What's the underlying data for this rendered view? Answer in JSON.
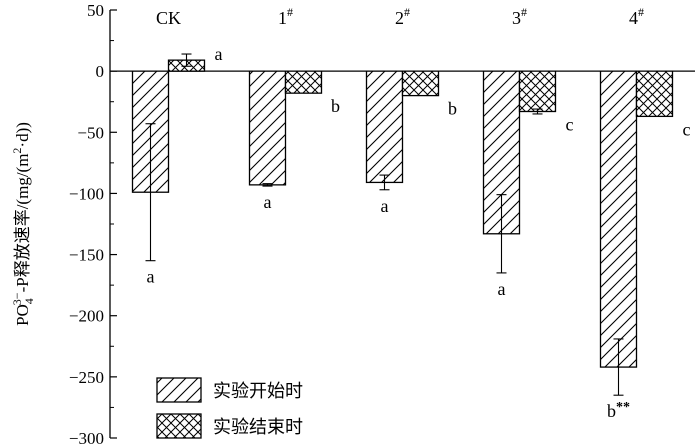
{
  "chart_data": {
    "type": "bar",
    "categories": [
      "CK",
      "1#",
      "2#",
      "3#",
      "4#"
    ],
    "category_labels": [
      {
        "base": "CK",
        "sup": ""
      },
      {
        "base": "1",
        "sup": "#"
      },
      {
        "base": "2",
        "sup": "#"
      },
      {
        "base": "3",
        "sup": "#"
      },
      {
        "base": "4",
        "sup": "#"
      }
    ],
    "ylabel": {
      "prefix": "PO",
      "sub": "4",
      "sup": "3−",
      "mid": "-P释放速率/(mg/(m",
      "sup2": "2",
      "suffix": "·d))"
    },
    "ylim": [
      -300,
      50
    ],
    "yticks": [
      50,
      0,
      -50,
      -100,
      -150,
      -200,
      -250,
      -300
    ],
    "ytick_labels": [
      "50",
      "0",
      "−50",
      "−100",
      "−150",
      "−200",
      "−250",
      "−300"
    ],
    "series": [
      {
        "name": "实验开始时",
        "pattern": "hatch",
        "values": [
          -99,
          -93,
          -91,
          -133,
          -242
        ],
        "errors": [
          56,
          1,
          6,
          32,
          23
        ],
        "labels": [
          "a",
          "a",
          "a",
          "a",
          "b"
        ],
        "label_suffix": [
          "",
          "",
          "",
          "",
          "**"
        ]
      },
      {
        "name": "实验结束时",
        "pattern": "crosshatch",
        "values": [
          9,
          -18,
          -20,
          -33,
          -37
        ],
        "errors": [
          5,
          0,
          0,
          2,
          0
        ],
        "labels": [
          "a",
          "b",
          "b",
          "c",
          "c"
        ],
        "label_suffix": [
          "",
          "",
          "",
          "",
          ""
        ]
      }
    ],
    "legend_position": "bottom-left",
    "grid": false
  }
}
